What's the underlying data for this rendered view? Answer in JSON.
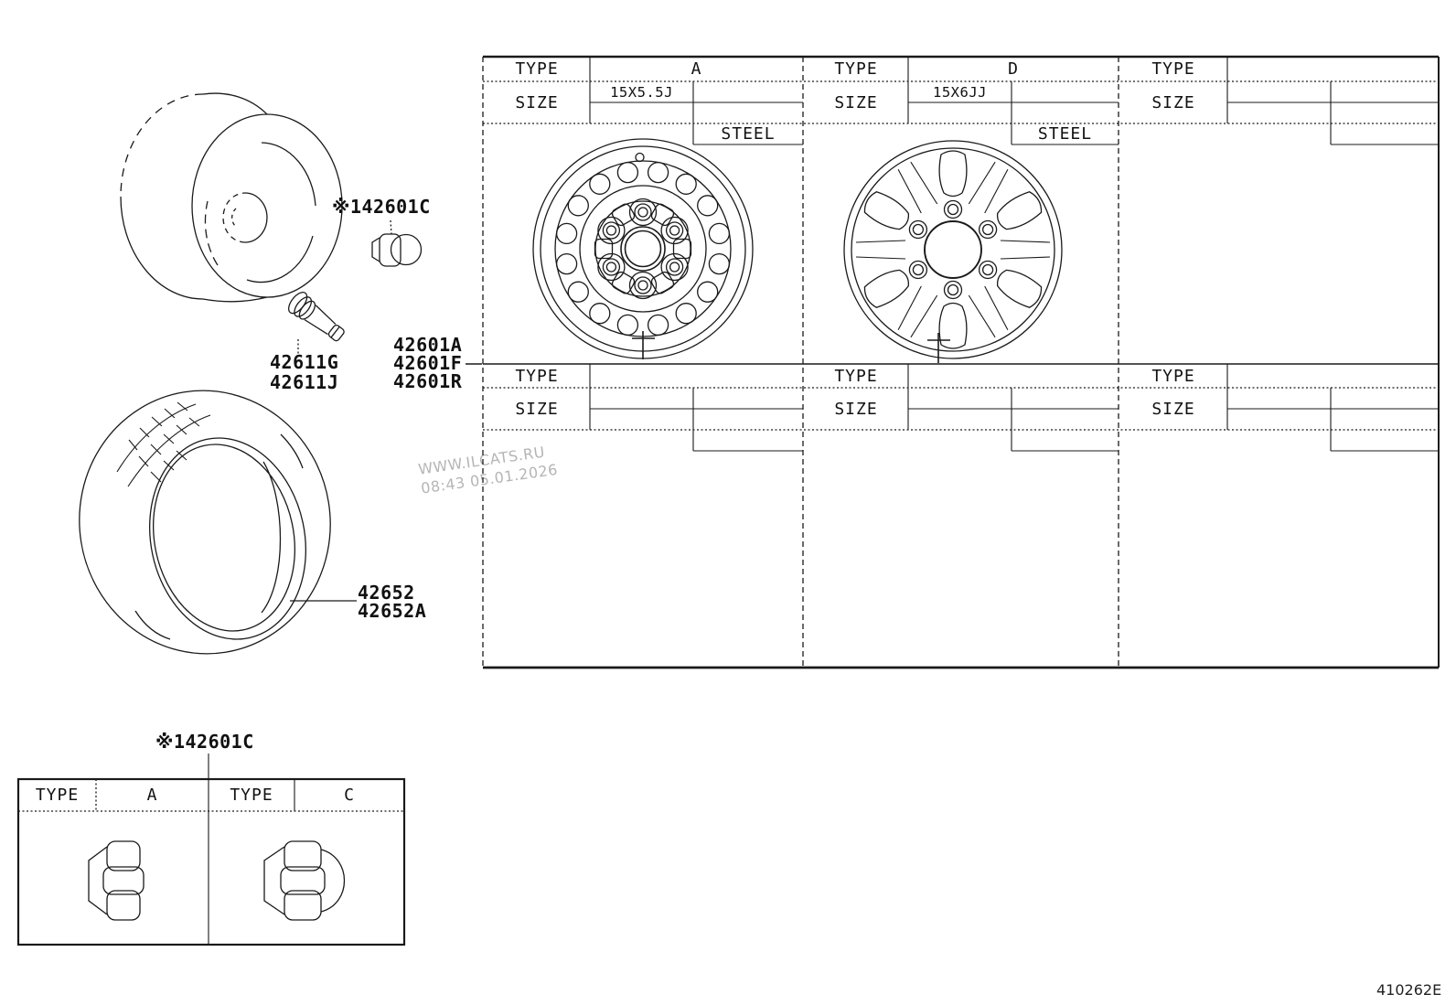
{
  "doc": {
    "code": "410262E"
  },
  "watermark": {
    "line1": "WWW.ILCATS.RU",
    "line2": "08:43 05.01.2026"
  },
  "callouts": {
    "nut_top": "※142601C",
    "valve_line1": "42611G",
    "valve_line2": "42611J",
    "wheel_line1": "42601A",
    "wheel_line2": "42601F",
    "wheel_line3": "42601R",
    "tire_line1": "42652",
    "tire_line2": "42652A",
    "nut_table": "※142601C"
  },
  "spec_table": {
    "band1": [
      {
        "type_label": "TYPE",
        "type_value": "A",
        "size_label": "SIZE",
        "size_value": "15X5.5J",
        "material": "STEEL"
      },
      {
        "type_label": "TYPE",
        "type_value": "D",
        "size_label": "SIZE",
        "size_value": "15X6JJ",
        "material": "STEEL"
      },
      {
        "type_label": "TYPE",
        "type_value": "",
        "size_label": "SIZE",
        "size_value": "",
        "material": ""
      }
    ],
    "band2": [
      {
        "type_label": "TYPE",
        "type_value": "",
        "size_label": "SIZE",
        "size_value": "",
        "material": ""
      },
      {
        "type_label": "TYPE",
        "type_value": "",
        "size_label": "SIZE",
        "size_value": "",
        "material": ""
      },
      {
        "type_label": "TYPE",
        "type_value": "",
        "size_label": "SIZE",
        "size_value": "",
        "material": ""
      }
    ]
  },
  "nut_table": {
    "col1_label": "TYPE",
    "col1_value": "A",
    "col2_label": "TYPE",
    "col2_value": "C"
  }
}
